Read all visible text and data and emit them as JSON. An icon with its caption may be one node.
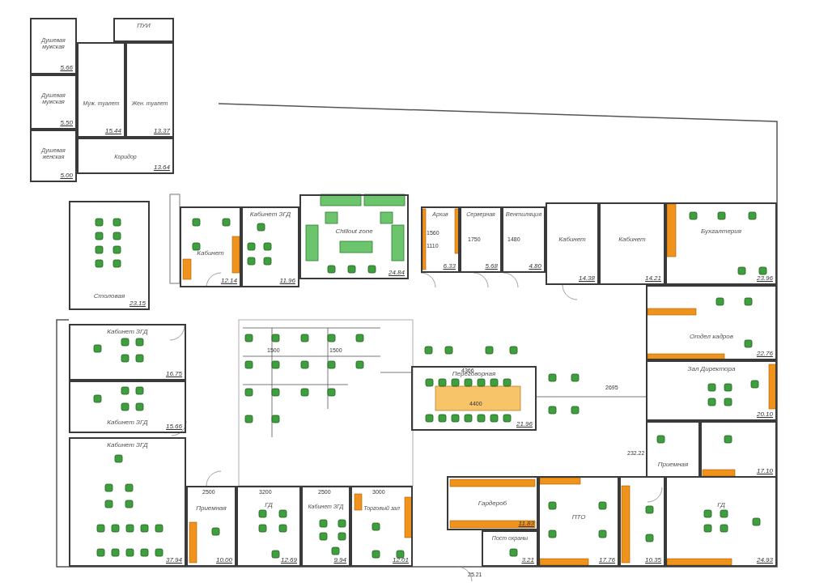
{
  "diagram": {
    "nodes": [
      {
        "text": [
          "Душевая мужская",
          "5.66"
        ]
      },
      {
        "text": [
          "Душевая мужская",
          "5.50"
        ]
      },
      {
        "text": [
          "Душевая женская",
          "5.00"
        ]
      },
      {
        "text": [
          "ПУИ"
        ]
      },
      {
        "text": [
          "Муж. туалет",
          "15.44"
        ]
      },
      {
        "text": [
          "Жен. туалет",
          "13.37"
        ]
      },
      {
        "text": [
          "Коридор",
          "13.64"
        ]
      },
      {
        "text": [
          "Столовая",
          "23.15"
        ]
      },
      {
        "text": [
          "Кабинет",
          "12.14"
        ]
      },
      {
        "text": [
          "Кабинет ЗГД",
          "11.96"
        ]
      },
      {
        "text": [
          "Chillout zone",
          "24.84"
        ]
      },
      {
        "text": [
          "Архив",
          "6.33"
        ]
      },
      {
        "text": [
          "Серверная",
          "5.68"
        ]
      },
      {
        "text": [
          "Вентиляция",
          "4.80"
        ]
      },
      {
        "text": [
          "Кабинет",
          "14.38"
        ]
      },
      {
        "text": [
          "Кабинет",
          "14.21"
        ]
      },
      {
        "text": [
          "Бухгалтерия",
          "23.96"
        ]
      },
      {
        "text": [
          "Отдел кадров",
          "22.76"
        ]
      },
      {
        "text": [
          "Кабинет ЗГД",
          "16.75"
        ]
      },
      {
        "text": [
          "Кабинет ЗГД",
          "15.66"
        ]
      },
      {
        "text": [
          "Переговорная",
          "21.96"
        ]
      },
      {
        "text": [
          "Зал Директора",
          "20.10"
        ]
      },
      {
        "text": [
          "Приемная"
        ]
      },
      {
        "text": [
          "17.10"
        ]
      },
      {
        "text": [
          "Кабинет ЗГД",
          "37.94"
        ]
      },
      {
        "text": [
          "Приемная",
          "10.00"
        ]
      },
      {
        "text": [
          "ГД",
          "12.69"
        ]
      },
      {
        "text": [
          "Кабинет ЗГД",
          "9.94"
        ]
      },
      {
        "text": [
          "Торговый зал",
          "12.01"
        ]
      },
      {
        "text": [
          "Гардероб",
          "11.83"
        ]
      },
      {
        "text": [
          "Пост охраны",
          "3.21"
        ]
      },
      {
        "text": [
          "ПТО",
          "17.76"
        ]
      },
      {
        "text": [
          "10.35"
        ]
      },
      {
        "text": [
          "ГД",
          "24.93"
        ]
      }
    ],
    "labels": [
      "1560",
      "1110",
      "1750",
      "1480",
      "1500",
      "1500",
      "4366",
      "4400",
      "2695",
      "2500",
      "3200",
      "2500",
      "3000",
      "232.22",
      "25.21"
    ]
  }
}
